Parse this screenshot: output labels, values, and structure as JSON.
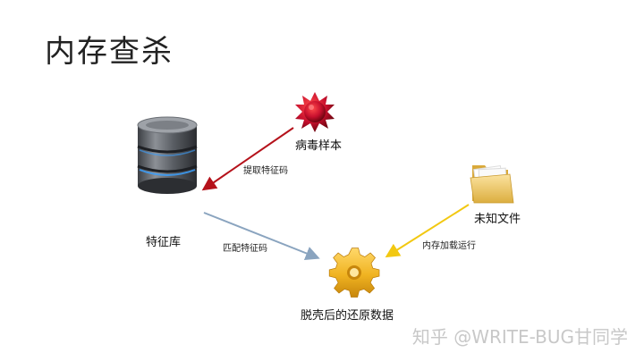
{
  "slide": {
    "title": "内存查杀"
  },
  "nodes": {
    "virus": {
      "label": "病毒样本",
      "icon": "virus-icon",
      "color": "#c8102e"
    },
    "database": {
      "label": "特征库",
      "icon": "database-icon"
    },
    "file": {
      "label": "未知文件",
      "icon": "folder-icon",
      "color": "#e8c15a"
    },
    "engine": {
      "label": "脱壳后的还原数据",
      "icon": "gear-icon",
      "color": "#f0b321"
    }
  },
  "edges": {
    "extract": {
      "label": "提取特征码",
      "color": "#b5121b"
    },
    "match": {
      "label": "匹配特征码",
      "color": "#8aa4bf"
    },
    "load": {
      "label": "内存加载运行",
      "color": "#f2c811"
    }
  },
  "watermark": {
    "text": "知乎 @WRITE-BUG甘同学"
  }
}
